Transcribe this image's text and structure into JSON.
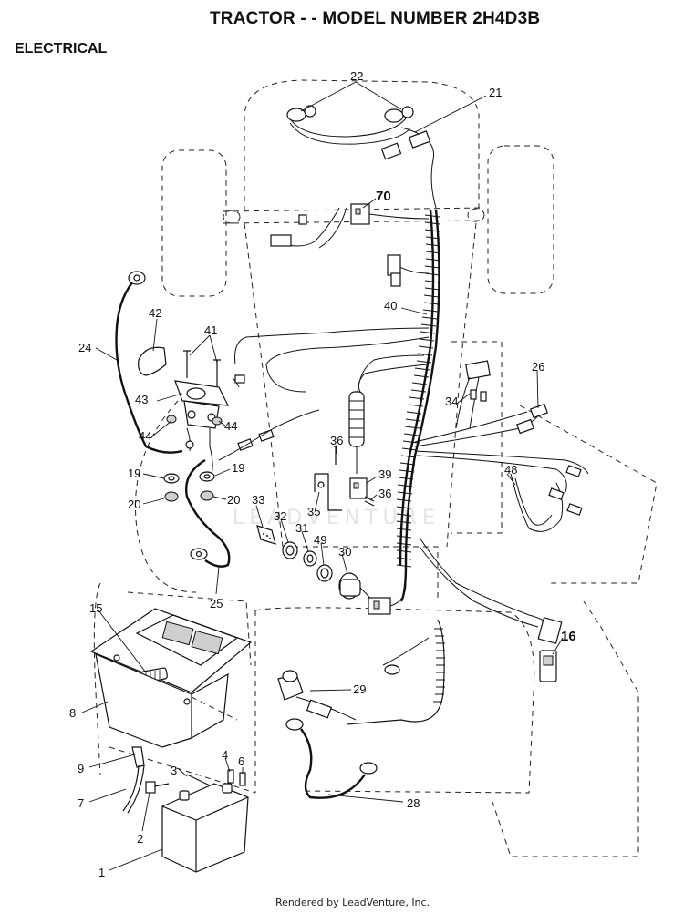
{
  "header": {
    "title": "TRACTOR - - MODEL NUMBER 2H4D3B",
    "section": "ELECTRICAL"
  },
  "footer": {
    "text": "Rendered by LeadVenture, Inc."
  },
  "watermark": "LEADVENTURE",
  "callouts": {
    "n1": "1",
    "n2": "2",
    "n3": "3",
    "n4": "4",
    "n6": "6",
    "n7": "7",
    "n8": "8",
    "n9": "9",
    "n15": "15",
    "n16": "16",
    "n19a": "19",
    "n19b": "19",
    "n20a": "20",
    "n20b": "20",
    "n21": "21",
    "n22": "22",
    "n24": "24",
    "n25": "25",
    "n26": "26",
    "n28": "28",
    "n29": "29",
    "n30": "30",
    "n31": "31",
    "n32": "32",
    "n33": "33",
    "n34": "34",
    "n35": "35",
    "n36a": "36",
    "n36b": "36",
    "n39": "39",
    "n40": "40",
    "n41": "41",
    "n42": "42",
    "n43": "43",
    "n44a": "44",
    "n44b": "44",
    "n48": "48",
    "n49": "49",
    "n70": "70"
  }
}
